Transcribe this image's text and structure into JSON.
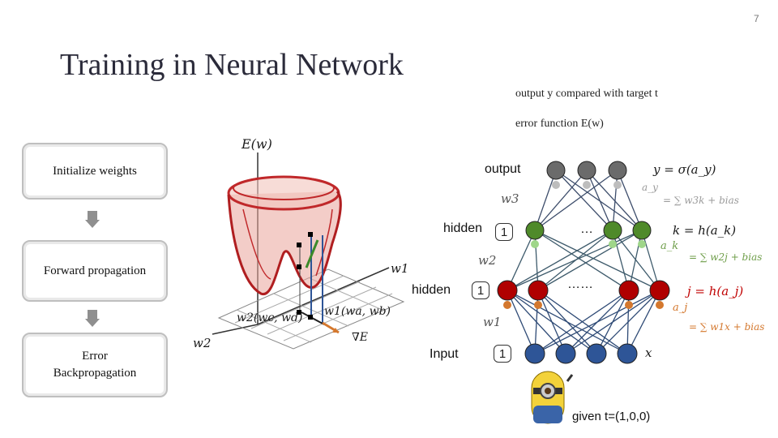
{
  "page_number": "7",
  "title": "Training in Neural Network",
  "steps": [
    {
      "label": "Initialize weights"
    },
    {
      "label": "Forward propagation"
    },
    {
      "label": "Error Backpropagation"
    }
  ],
  "surface": {
    "z_label": "E(w)",
    "axis1": "w1",
    "axis2": "w2",
    "point_left": "w2(wc, wd)",
    "point_right": "w1(wa, wb)",
    "gradient": "∇E"
  },
  "network": {
    "output_label": "output",
    "hidden2_label": "hidden",
    "hidden1_label": "hidden",
    "input_label": "Input",
    "bias": "1",
    "dots_upper": "…",
    "dots_lower": "……",
    "w3": "w3",
    "w2": "w2",
    "w1": "w1",
    "x": "x"
  },
  "legend": {
    "line1": "output y compared with target t",
    "line2": "error function  E(w)"
  },
  "equations": {
    "y": "y = σ(a_y)",
    "ay": "a_y",
    "ay_def": "= ∑ w3k + bias",
    "k": "k = h(a_k)",
    "ak": "a_k",
    "ak_def": "= ∑ w2j + bias",
    "j": "j = h(a_j)",
    "aj": "a_j",
    "aj_def": "= ∑ w1x + bias"
  },
  "given": "given t=(1,0,0)",
  "colors": {
    "output_node": "#6b6b6b",
    "hidden2_node": "#4f8a2a",
    "hidden1_node": "#b00000",
    "input_node": "#2e5597",
    "surface_red": "#c0282a",
    "activation_orange": "#d4782e"
  }
}
